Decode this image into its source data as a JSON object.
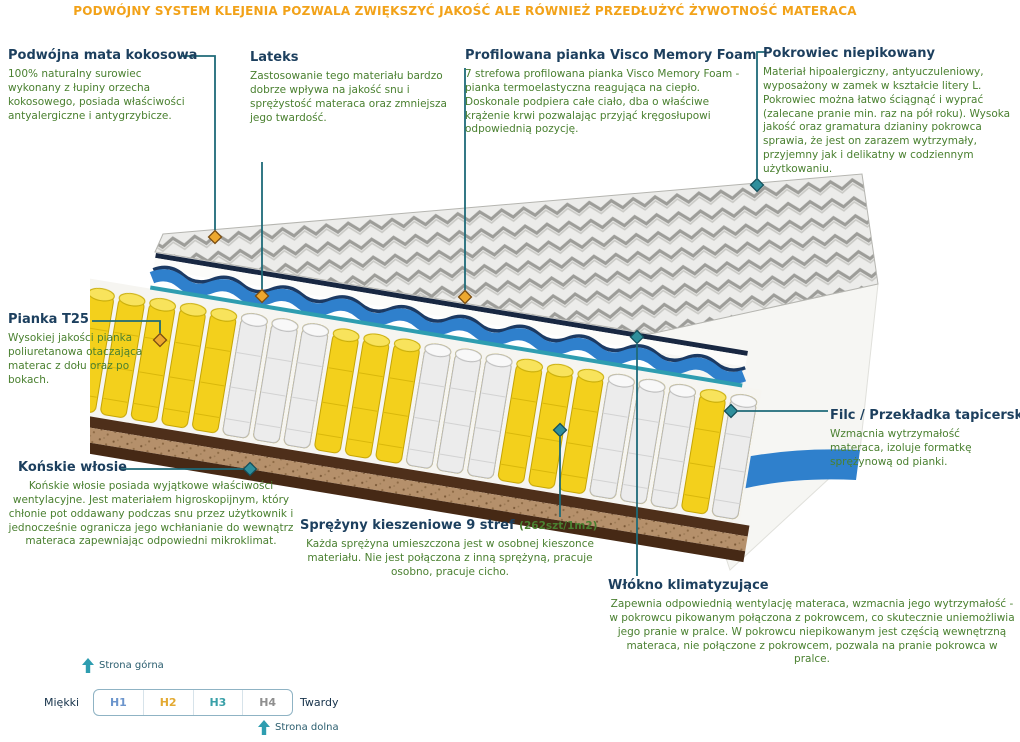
{
  "header": {
    "text": "PODWÓJNY SYSTEM KLEJENIA POZWALA ZWIĘKSZYĆ JAKOŚĆ ALE RÓWNIEŻ PRZEDŁUŻYĆ ŻYWOTNOŚĆ MATERACA"
  },
  "callouts": {
    "coco": {
      "title": "Podwójna mata kokosowa",
      "body": "100% naturalny surowiec wykonany z łupiny orzecha kokosowego, posiada właściwości antyalergiczne i antygrzybicze."
    },
    "latex": {
      "title": "Lateks",
      "body": "Zastosowanie tego materiału bardzo dobrze wpływa na jakość snu i sprężystość materaca oraz zmniejsza jego twardość."
    },
    "visco": {
      "title": "Profilowana pianka Visco Memory Foam",
      "body": "7 strefowa profilowana pianka Visco Memory Foam - pianka termoelastyczna reagująca na ciepło. Doskonale podpiera całe ciało, dba o właściwe krążenie krwi pozwalając przyjąć kręgosłupowi odpowiednią pozycję."
    },
    "cover": {
      "title": "Pokrowiec niepikowany",
      "body": "Materiał hipoalergiczny, antyuczuleniowy, wyposażony w zamek w kształcie litery L. Pokrowiec można łatwo ściągnąć i wyprać (zalecane pranie min. raz na pół roku). Wysoka jakość oraz gramatura dzianiny pokrowca sprawia, że jest on zarazem wytrzymały, przyjemny jak i delikatny w codziennym użytkowaniu."
    },
    "t25": {
      "title": "Pianka T25",
      "body": "Wysokiej jakości pianka poliuretanowa otaczająca materac z dołu oraz po bokach."
    },
    "horsehair": {
      "title": "Końskie włosie",
      "body": "Końskie włosie posiada wyjątkowe właściwości wentylacyjne. Jest materiałem higroskopijnym, który chłonie pot oddawany podczas snu przez użytkownik i jednocześnie ogranicza jego wchłanianie do wewnątrz materaca zapewniając odpowiedni mikroklimat."
    },
    "felt": {
      "title": "Filc / Przekładka tapicerska",
      "body": "Wzmacnia wytrzymałość materaca, izoluje formatkę sprężynową od pianki."
    },
    "springs": {
      "title": "Sprężyny kieszeniowe 9 stref",
      "suffix": "(262szt/1m2)",
      "body": "Każda sprężyna umieszczona jest w osobnej kieszonce materiału. Nie jest połączona z inną sprężyną, pracuje osobno, pracuje cicho."
    },
    "fiber": {
      "title": "Włókno klimatyzujące",
      "body": "Zapewnia odpowiednią wentylację materaca, wzmacnia jego wytrzymałość - w pokrowcu pikowanym połączona z pokrowcem, co skutecznie uniemożliwia jego pranie w pralce. W pokrowcu niepikowanym jest częścią wewnętrzną materaca, nie połączone z pokrowcem, pozwala na pranie pokrowca w pralce."
    }
  },
  "scale": {
    "top_label": "Strona górna",
    "bottom_label": "Strona dolna",
    "soft_label": "Miękki",
    "hard_label": "Twardy",
    "levels": [
      {
        "label": "H1",
        "color": "#6c95cc"
      },
      {
        "label": "H2",
        "color": "#e3aa33"
      },
      {
        "label": "H3",
        "color": "#3aa0a8"
      },
      {
        "label": "H4",
        "color": "#8f8f8f"
      }
    ]
  },
  "colors": {
    "header_orange": "#f2a219",
    "heading_navy": "#1c3f5e",
    "body_green": "#4a8030",
    "line_teal": "#1e6a78",
    "diamond_orange": "#eda82f",
    "diamond_teal": "#2f8f9c",
    "wave_blue": "#2f80cc",
    "spring_yellow": "#f3d01c"
  }
}
